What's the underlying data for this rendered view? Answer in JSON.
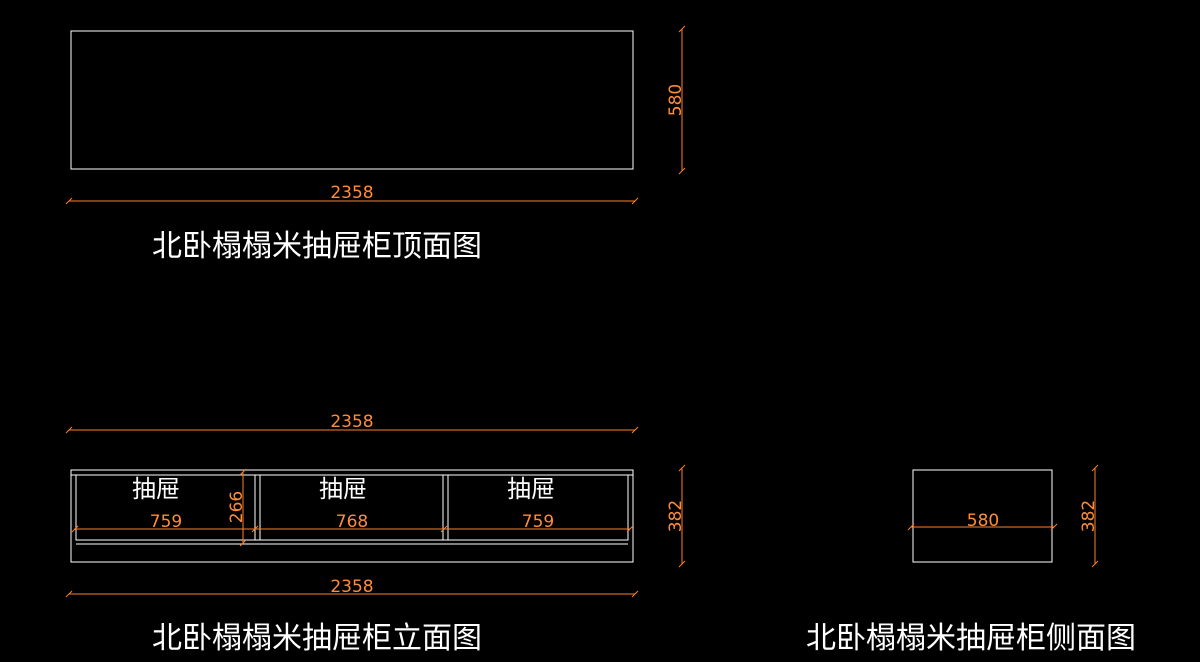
{
  "colors": {
    "background": "#000000",
    "object_lines": "#ffffff",
    "dimension_lines": "#ff7f2a",
    "dimension_text": "#ff8c3a",
    "title_text": "#ffffff"
  },
  "views": {
    "top": {
      "title": "北卧榻榻米抽屉柜顶面图",
      "dims": {
        "width": "2358",
        "depth": "580"
      }
    },
    "front": {
      "title": "北卧榻榻米抽屉柜立面图",
      "dims": {
        "top_width": "2358",
        "bottom_width": "2358",
        "height": "382",
        "drawer_height": "266"
      },
      "drawers": [
        {
          "label": "抽屉",
          "width": "759"
        },
        {
          "label": "抽屉",
          "width": "768"
        },
        {
          "label": "抽屉",
          "width": "759"
        }
      ]
    },
    "side": {
      "title": "北卧榻榻米抽屉柜侧面图",
      "dims": {
        "depth": "580",
        "height": "382"
      }
    }
  }
}
